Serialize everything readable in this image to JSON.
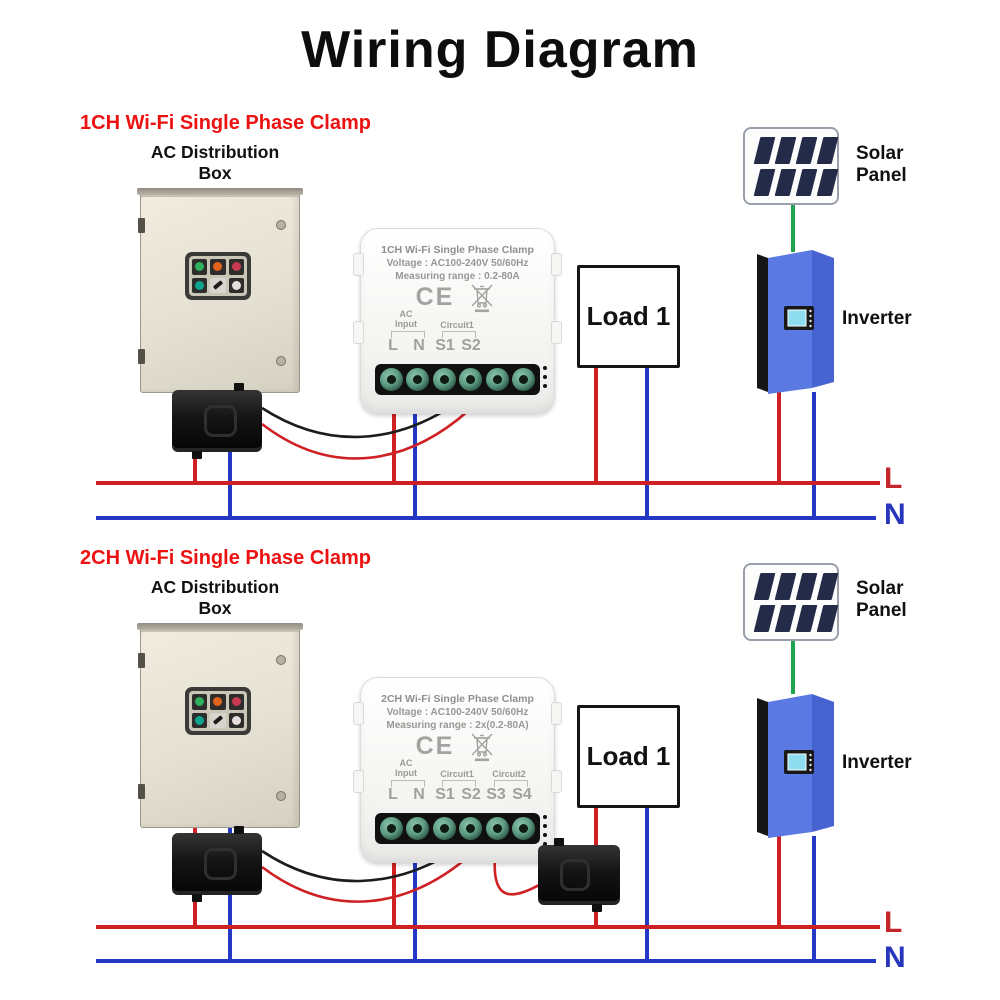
{
  "title": "Wiring Diagram",
  "colors": {
    "wire-red": "#cf2024",
    "wire-blue": "#2438c3",
    "wire-green": "#1ea351",
    "heading-red": "#ec1212",
    "phase-l-red": "#c2262b",
    "phase-n-blue": "#2836bd",
    "inverter-blue": "#5b79e3",
    "inverter-side-blue": "#4763d2",
    "solar-cell-navy": "#242b49",
    "device-text-gray": "#8f8f8f"
  },
  "sections": [
    {
      "heading": "1CH Wi-Fi Single Phase Clamp",
      "dist_box_line1": "AC Distribution",
      "dist_box_line2": "Box",
      "device": {
        "name": "1CH Wi-Fi Single Phase Clamp",
        "voltage": "Voltage : AC100-240V 50/60Hz",
        "range": "Measuring range : 0.2-80A",
        "ce_mark": "CE",
        "group_ac_line1": "AC",
        "group_ac_line2": "Input",
        "group_circuit1": "Circuit1",
        "terminals": [
          "L",
          "N",
          "S1",
          "S2"
        ]
      },
      "load_label": "Load 1",
      "solar_line1": "Solar",
      "solar_line2": "Panel",
      "inverter_label": "Inverter",
      "line_l": "L",
      "line_n": "N"
    },
    {
      "heading": "2CH Wi-Fi Single Phase Clamp",
      "dist_box_line1": "AC Distribution",
      "dist_box_line2": "Box",
      "device": {
        "name": "2CH Wi-Fi Single Phase Clamp",
        "voltage": "Voltage : AC100-240V 50/60Hz",
        "range": "Measuring range : 2x(0.2-80A)",
        "ce_mark": "CE",
        "group_ac_line1": "AC",
        "group_ac_line2": "Input",
        "group_circuit1": "Circuit1",
        "group_circuit2": "Circuit2",
        "terminals": [
          "L",
          "N",
          "S1",
          "S2",
          "S3",
          "S4"
        ]
      },
      "load_label": "Load 1",
      "solar_line1": "Solar",
      "solar_line2": "Panel",
      "inverter_label": "Inverter",
      "line_l": "L",
      "line_n": "N"
    }
  ]
}
